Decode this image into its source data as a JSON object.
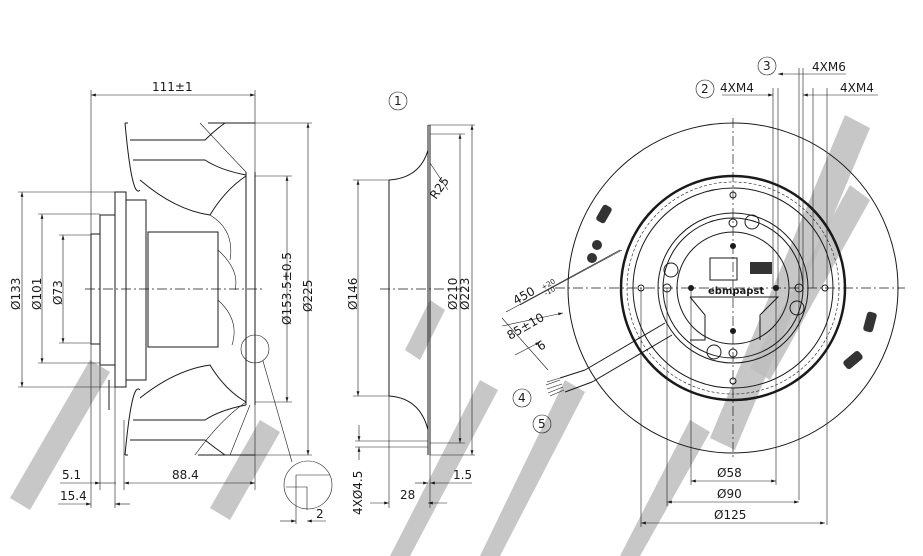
{
  "side_view": {
    "overall_length": "111±1",
    "dia_outer": "Ø225",
    "dia_impeller_inlet": "Ø153.5±0.5",
    "dia_flange": "Ø133",
    "dia_mount": "Ø101",
    "dia_hub": "Ø73",
    "dim_5_1": "5.1",
    "dim_15_4": "15.4",
    "dim_88_4": "88.4",
    "detail_dim": "2"
  },
  "inlet_ring": {
    "callout": "1",
    "radius": "R25",
    "dia_inner": "Ø146",
    "dia_mid": "Ø210",
    "dia_outer": "Ø223",
    "holes": "4XØ4.5",
    "depth": "28",
    "thickness": "1.5"
  },
  "front_view": {
    "callout_2": "2",
    "callout_3": "3",
    "callout_4": "4",
    "callout_5": "5",
    "thread_left": "4XM4",
    "thread_m6": "4XM6",
    "thread_right": "4XM4",
    "cable_length": "450",
    "cable_tol_upper": "+20",
    "cable_tol_lower": "-10",
    "strip_length": "85±10",
    "wire_end": "6",
    "dia_58": "Ø58",
    "dia_90": "Ø90",
    "dia_125": "Ø125",
    "brand": "ebmpapst"
  }
}
